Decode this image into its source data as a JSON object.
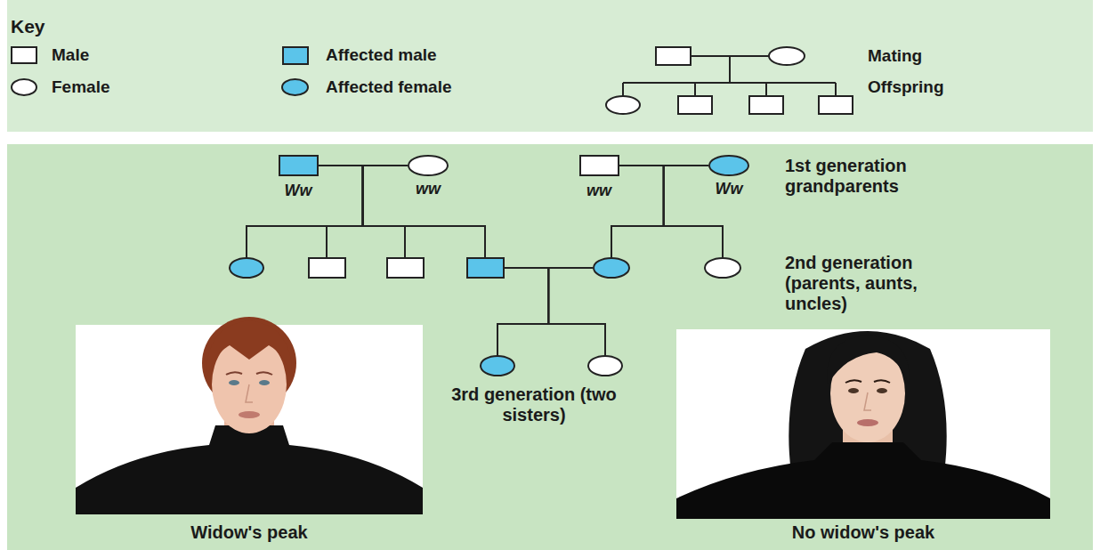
{
  "diagram": {
    "nodes": [
      {
        "text": [
          "Ww"
        ]
      },
      {
        "text": [
          "ww"
        ]
      },
      {
        "text": [
          "ww"
        ]
      },
      {
        "text": [
          "Ww"
        ]
      },
      {
        "text": []
      },
      {
        "text": []
      },
      {
        "text": []
      },
      {
        "text": []
      },
      {
        "text": []
      },
      {
        "text": []
      },
      {
        "text": []
      },
      {
        "text": []
      }
    ],
    "edges": [
      {
        "from": 0,
        "to": 1,
        "arrow": "none"
      },
      {
        "from": 2,
        "to": 3,
        "arrow": "none"
      },
      {
        "from": 7,
        "to": 8,
        "arrow": "none"
      },
      {
        "from": 0,
        "to": 4,
        "arrow": "none"
      },
      {
        "from": 0,
        "to": 5,
        "arrow": "none"
      },
      {
        "from": 0,
        "to": 6,
        "arrow": "none"
      },
      {
        "from": 0,
        "to": 7,
        "arrow": "none"
      },
      {
        "from": 1,
        "to": 4,
        "arrow": "none"
      },
      {
        "from": 1,
        "to": 5,
        "arrow": "none"
      },
      {
        "from": 1,
        "to": 6,
        "arrow": "none"
      },
      {
        "from": 1,
        "to": 7,
        "arrow": "none"
      },
      {
        "from": 2,
        "to": 8,
        "arrow": "none"
      },
      {
        "from": 2,
        "to": 9,
        "arrow": "none"
      },
      {
        "from": 3,
        "to": 8,
        "arrow": "none"
      },
      {
        "from": 3,
        "to": 9,
        "arrow": "none"
      },
      {
        "from": 7,
        "to": 10,
        "arrow": "none"
      },
      {
        "from": 7,
        "to": 11,
        "arrow": "none"
      },
      {
        "from": 8,
        "to": 10,
        "arrow": "none"
      },
      {
        "from": 8,
        "to": 11,
        "arrow": "none"
      }
    ],
    "labels": [
      "Key",
      "Mating",
      "Offspring",
      "1st generation grandparents",
      "2nd generation (parents, aunts, uncles)",
      "3rd generation (two sisters)",
      "Widow's peak",
      "No widow's peak"
    ],
    "legend": [
      {
        "text": "Male"
      },
      {
        "text": "Female"
      },
      {
        "text": "Affected male",
        "color": "#5bc4ea"
      },
      {
        "text": "Affected female",
        "color": "#5bc4ea"
      }
    ]
  }
}
